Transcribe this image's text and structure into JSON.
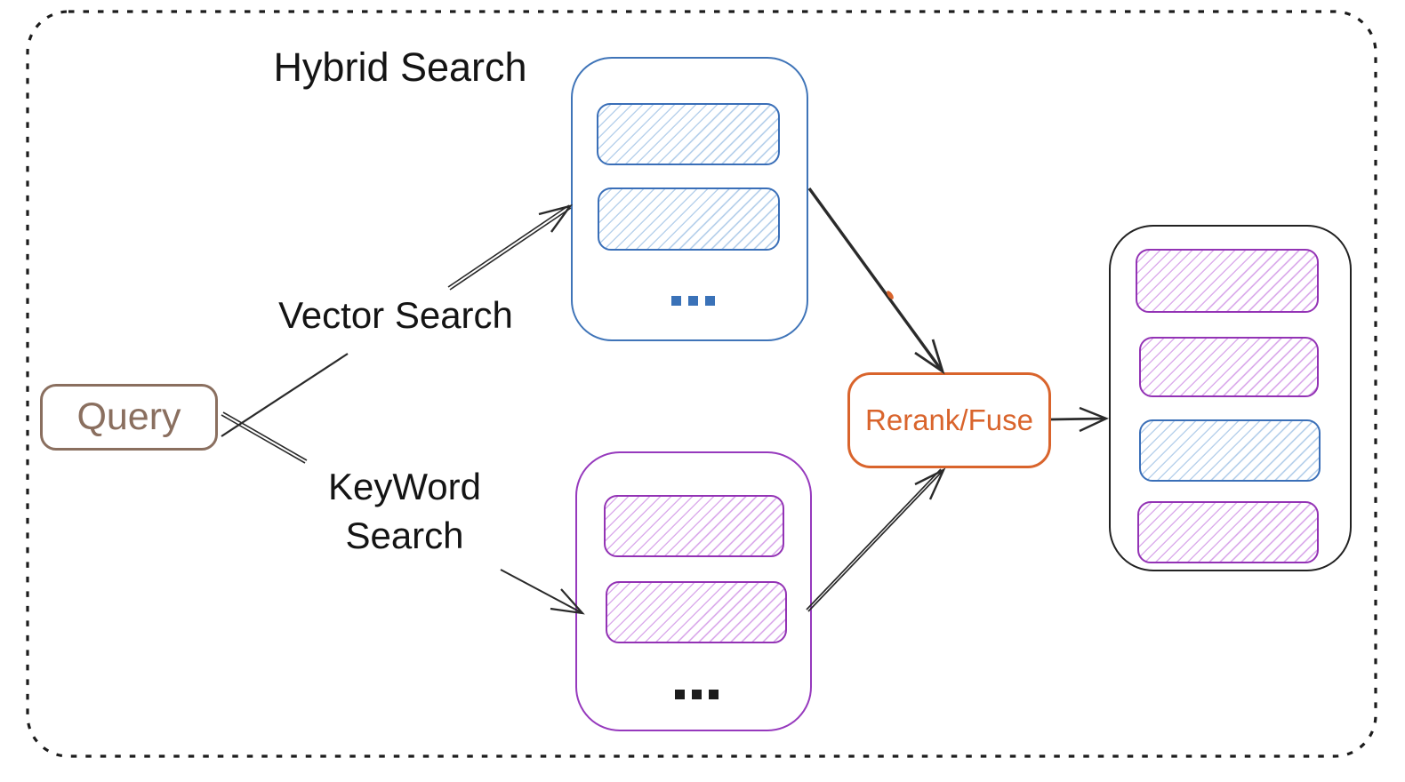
{
  "title": "Hybrid Search",
  "colors": {
    "vector_blue": "#3a6fb8",
    "keyword_purple": "#9333b5",
    "rerank_orange": "#d9642c",
    "query_brown": "#8a6f5f",
    "ink_black": "#1c1c1c"
  },
  "query": {
    "label": "Query"
  },
  "branches": {
    "vector_label": "Vector Search",
    "keyword_label_line1": "KeyWord",
    "keyword_label_line2": "Search"
  },
  "vector_results": {
    "more_indicator": "...",
    "items": [
      {
        "color": "blue"
      },
      {
        "color": "blue"
      }
    ]
  },
  "keyword_results": {
    "more_indicator": "...",
    "items": [
      {
        "color": "purple"
      },
      {
        "color": "purple"
      }
    ]
  },
  "rerank": {
    "label": "Rerank/Fuse"
  },
  "fused_results": {
    "items": [
      {
        "color": "purple"
      },
      {
        "color": "purple"
      },
      {
        "color": "blue"
      },
      {
        "color": "purple"
      }
    ]
  }
}
